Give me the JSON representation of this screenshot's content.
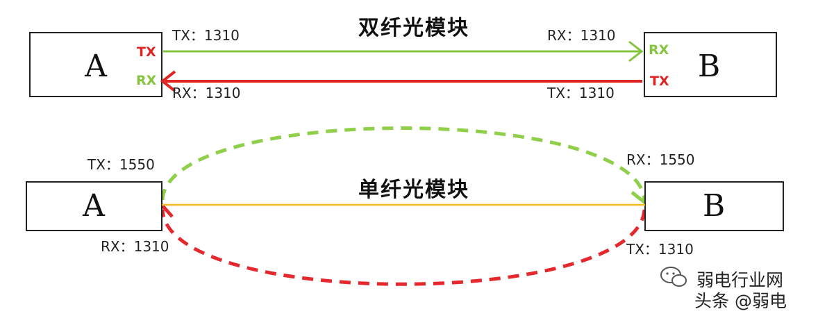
{
  "colors": {
    "tx_red": "#e02424",
    "rx_green": "#86c440",
    "dash_green": "#8fcf4a",
    "dash_red": "#e5282e",
    "fiber_yellow": "#f3b81e",
    "box_border": "#222222"
  },
  "dual_fiber": {
    "title": "双纤光模块",
    "node_a": {
      "label": "A",
      "tx_port": "TX",
      "rx_port": "RX"
    },
    "node_b": {
      "label": "B",
      "tx_port": "TX",
      "rx_port": "RX"
    },
    "a_tx_wavelength": "TX：1310",
    "a_rx_wavelength": "RX：1310",
    "b_rx_wavelength": "RX：1310",
    "b_tx_wavelength": "TX：1310"
  },
  "single_fiber": {
    "title": "单纤光模块",
    "node_a": {
      "label": "A"
    },
    "node_b": {
      "label": "B"
    },
    "a_tx_wavelength": "TX：1550",
    "a_rx_wavelength": "RX：1310",
    "b_rx_wavelength": "RX：1550",
    "b_tx_wavelength": "TX：1310"
  },
  "watermark": {
    "line1": "弱电行业网",
    "line2": "头条 @弱电",
    "icon": "wechat-logo-icon"
  }
}
